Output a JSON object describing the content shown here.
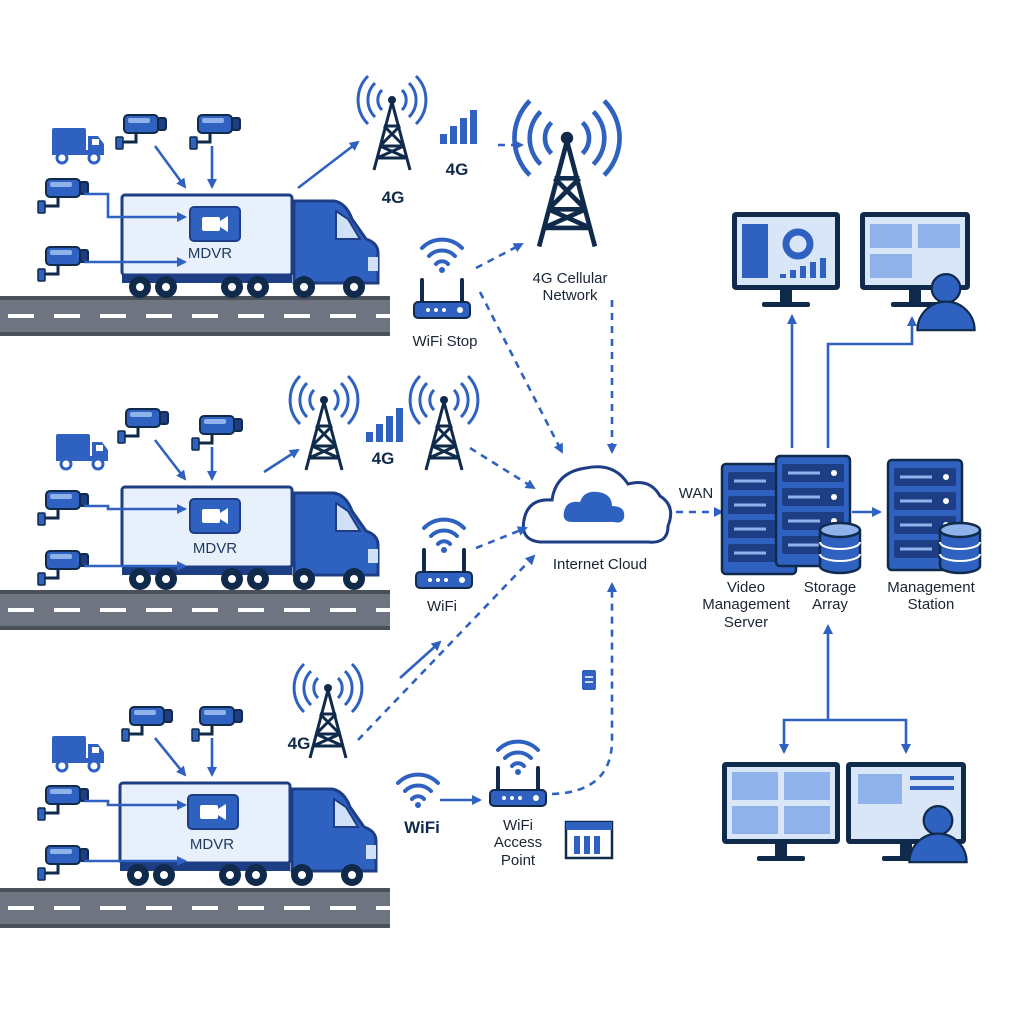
{
  "trucks": [
    {
      "mdvr_label": "MDVR"
    },
    {
      "mdvr_label": "MDVR"
    },
    {
      "mdvr_label": "MDVR"
    }
  ],
  "labels": {
    "tower_4g_row1": "4G",
    "signal_4g_row1": "4G",
    "cellular_network": "4G Cellular\nNetwork",
    "wifi_stop": "WiFi Stop",
    "signal_4g_row2": "4G",
    "wifi_row2": "WiFi",
    "tower_4g_row3": "4G",
    "wifi_row3": "WiFi",
    "wifi_access_point": "WiFi\nAccess\nPoint",
    "internet_cloud": "Internet Cloud",
    "wan": "WAN",
    "video_management_server": "Video\nManagement\nServer",
    "storage_array": "Storage\nArray",
    "management_station": "Management\nStation"
  },
  "colors": {
    "primary": "#2f62c0",
    "dark": "#1d3d85",
    "light": "#e8f0fb",
    "road": "#6e7580",
    "road_edge": "#4a5059",
    "lane": "#ffffff",
    "ink": "#0f2a4a"
  }
}
